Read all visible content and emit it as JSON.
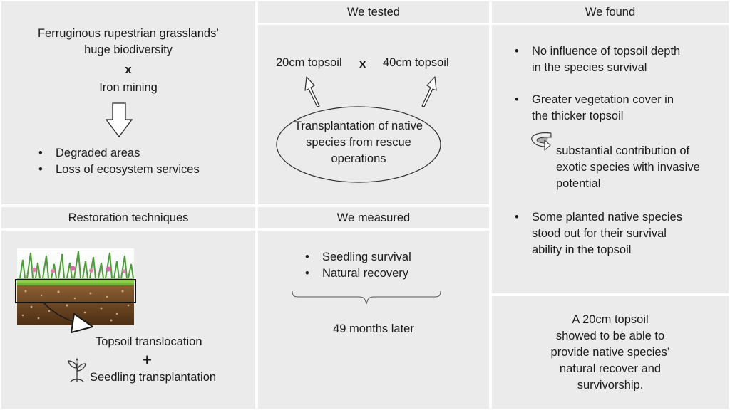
{
  "intro": {
    "line1": "Ferruginous rupestrian grasslands’",
    "line2": "huge biodiversity",
    "times": "x",
    "mining": "Iron mining",
    "bullets": [
      "Degraded areas",
      "Loss of ecosystem services"
    ]
  },
  "tested": {
    "header": "We tested",
    "option_a": "20cm topsoil",
    "times": "x",
    "option_b": "40cm topsoil",
    "ellipse_lines": [
      "Transplantation of native",
      "species from rescue",
      "operations"
    ]
  },
  "found": {
    "header": "We found",
    "item1_lines": [
      "No influence of topsoil depth",
      "in the species survival"
    ],
    "item2_lines": [
      "Greater vegetation cover in",
      "the thicker topsoil"
    ],
    "sub_lines": [
      "substantial contribution of",
      "exotic species with invasive",
      "potential"
    ],
    "item3_lines": [
      "Some planted native species",
      "stood out for their survival",
      "ability in the topsoil"
    ]
  },
  "restoration": {
    "header": "Restoration techniques",
    "technique1": "Topsoil translocation",
    "plus": "+",
    "technique2": "Seedling transplantation"
  },
  "measured": {
    "header": "We measured",
    "bullets": [
      "Seedling survival",
      "Natural recovery"
    ],
    "period": "49 months later"
  },
  "conclusion": {
    "lines": [
      "A 20cm topsoil",
      "showed to be able to",
      "provide native species’",
      "natural recover and",
      "survivorship."
    ]
  },
  "icons": {
    "down_arrow": "hollow-down-arrow-icon",
    "curved_arrow": "curved-arrow-icon",
    "seedling": "seedling-icon",
    "soil": "soil-profile-image"
  }
}
